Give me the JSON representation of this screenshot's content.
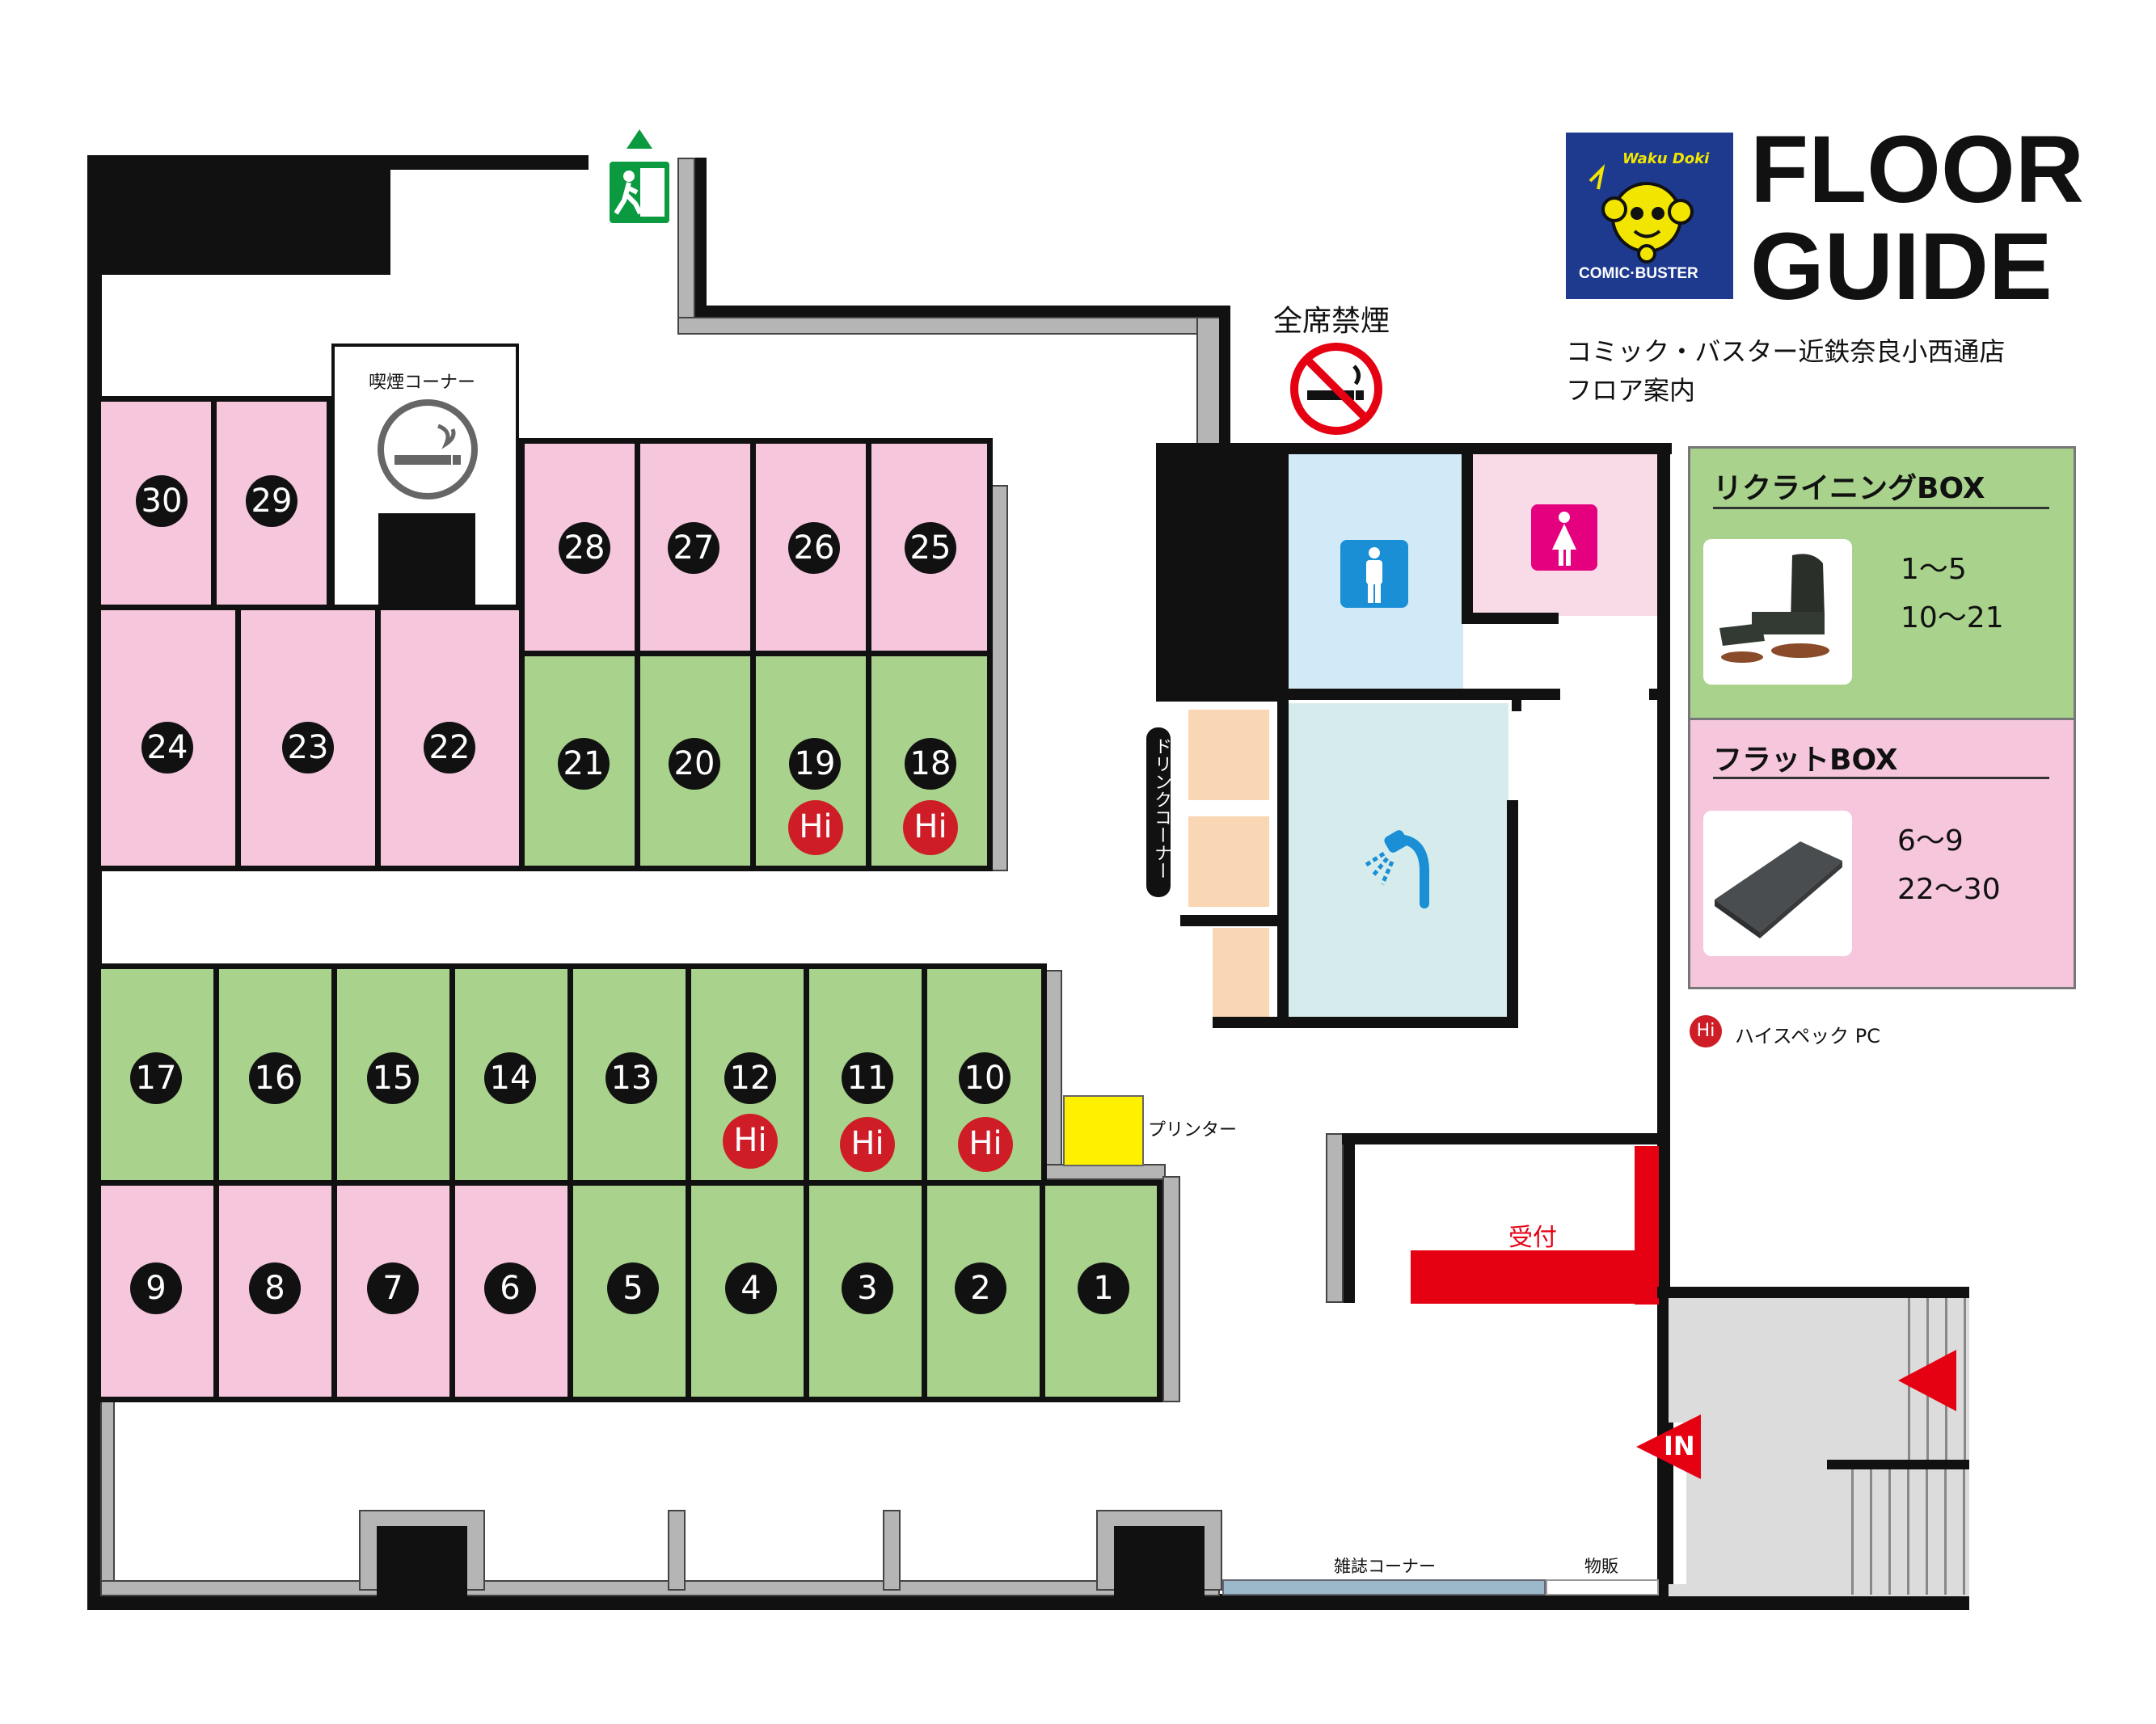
{
  "header": {
    "title_line1": "FLOOR",
    "title_line2": "GUIDE",
    "subtitle_line1": "コミック・バスター近鉄奈良小西通店",
    "subtitle_line2": "フロア案内",
    "logo_text_top": "Waku Doki",
    "logo_text_bottom": "COMIC·BUSTER"
  },
  "no_smoking_label": "全席禁煙",
  "smoking_corner_label": "喫煙コーナー",
  "drink_corner_label": "ドリンクコーナー",
  "printer_label": "プリンター",
  "reception_label": "受付",
  "entrance_label": "IN",
  "magazine_label": "雑誌コーナー",
  "goods_label": "物販",
  "hi_label": "Hi",
  "booths": [
    {
      "n": "1",
      "type": "recliner"
    },
    {
      "n": "2",
      "type": "recliner"
    },
    {
      "n": "3",
      "type": "recliner"
    },
    {
      "n": "4",
      "type": "recliner"
    },
    {
      "n": "5",
      "type": "recliner"
    },
    {
      "n": "6",
      "type": "flat"
    },
    {
      "n": "7",
      "type": "flat"
    },
    {
      "n": "8",
      "type": "flat"
    },
    {
      "n": "9",
      "type": "flat"
    },
    {
      "n": "10",
      "type": "recliner",
      "hi": true
    },
    {
      "n": "11",
      "type": "recliner",
      "hi": true
    },
    {
      "n": "12",
      "type": "recliner",
      "hi": true
    },
    {
      "n": "13",
      "type": "recliner"
    },
    {
      "n": "14",
      "type": "recliner"
    },
    {
      "n": "15",
      "type": "recliner"
    },
    {
      "n": "16",
      "type": "recliner"
    },
    {
      "n": "17",
      "type": "recliner"
    },
    {
      "n": "18",
      "type": "recliner",
      "hi": true
    },
    {
      "n": "19",
      "type": "recliner",
      "hi": true
    },
    {
      "n": "20",
      "type": "recliner"
    },
    {
      "n": "21",
      "type": "recliner"
    },
    {
      "n": "22",
      "type": "flat"
    },
    {
      "n": "23",
      "type": "flat"
    },
    {
      "n": "24",
      "type": "flat"
    },
    {
      "n": "25",
      "type": "flat"
    },
    {
      "n": "26",
      "type": "flat"
    },
    {
      "n": "27",
      "type": "flat"
    },
    {
      "n": "28",
      "type": "flat"
    },
    {
      "n": "29",
      "type": "flat"
    },
    {
      "n": "30",
      "type": "flat"
    }
  ],
  "legend": {
    "recliner_title": "リクライニングBOX",
    "recliner_range1": "1〜5",
    "recliner_range2": "10〜21",
    "flat_title": "フラットBOX",
    "flat_range1": "6〜9",
    "flat_range2": "22〜30",
    "hi_caption": "ハイスペック PC"
  },
  "colors": {
    "recliner": "#a9d38c",
    "flat": "#f5c6dc",
    "hi": "#cf1d27",
    "reception": "#e50012",
    "logo_bg": "#1d3a8f",
    "logo_yellow": "#f2e600",
    "printer": "#fff000",
    "exit_green": "#0b9a3f"
  },
  "icons": [
    "emergency-exit-icon",
    "no-smoking-icon",
    "smoking-icon",
    "male-restroom-icon",
    "female-restroom-icon",
    "shower-icon"
  ]
}
